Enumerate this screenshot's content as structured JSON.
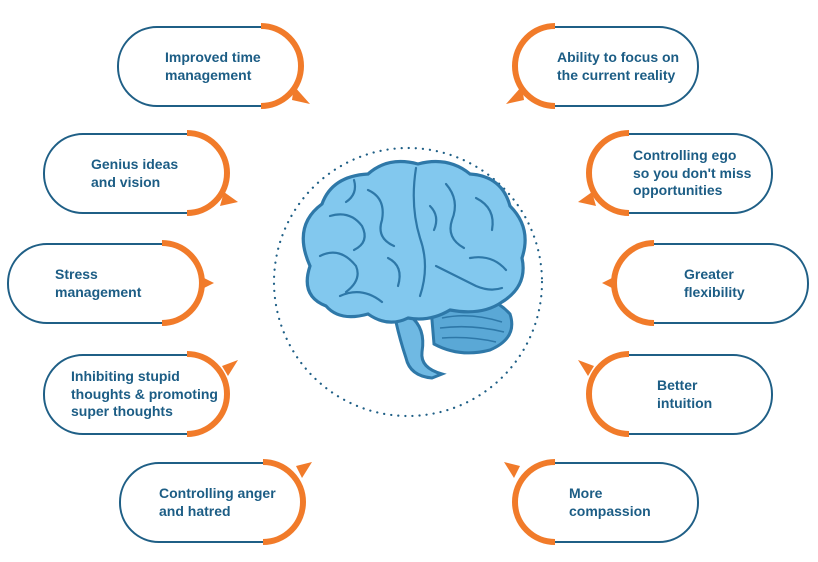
{
  "colors": {
    "accent": "#F17B2A",
    "outline": "#1F5F86",
    "text": "#1C5D85",
    "brain": "#7CC4EA",
    "brain_dark": "#3A8DBF"
  },
  "left_items": [
    {
      "text": "Improved time\nmanagement"
    },
    {
      "text": "Genius ideas\nand vision"
    },
    {
      "text": "Stress\nmanagement"
    },
    {
      "text": "Inhibiting stupid\nthoughts & promoting\nsuper thoughts"
    },
    {
      "text": "Controlling anger\nand hatred"
    }
  ],
  "right_items": [
    {
      "text": "Ability to focus on\nthe current reality"
    },
    {
      "text": "Controlling ego\nso you don't miss\nopportunities"
    },
    {
      "text": "Greater\nflexibility"
    },
    {
      "text": "Better\nintuition"
    },
    {
      "text": "More\ncompassion"
    }
  ]
}
